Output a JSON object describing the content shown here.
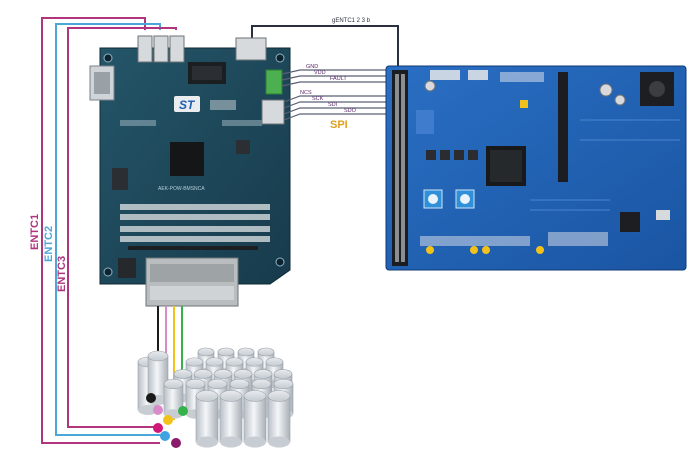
{
  "wire_labels": {
    "entc1": "ENTC1",
    "entc2": "ENTC2",
    "entc3": "ENTC3",
    "gentc": "gENTC1 2 3 b",
    "gnd": "GND",
    "vdd": "VDD",
    "fault": "FAULT",
    "ncs": "NCS",
    "sck": "SCK",
    "sdi": "SDI",
    "sdo": "SDO",
    "spi": "SPI"
  },
  "left_board": {
    "logo": "ST",
    "part_label": "AEK-POW-BMSNCA"
  },
  "colors": {
    "entc1": "#b0357c",
    "entc2": "#4aa8d8",
    "entc3": "#b0357c",
    "gentc_wire": "#2a3040",
    "spi_label": "#e0a020",
    "board_left": "#1f4a5e",
    "board_right": "#1e5fb3",
    "dot_black": "#1a1a1a",
    "dot_pink": "#d98ac8",
    "dot_yellow": "#f2c21a",
    "dot_green": "#33b24a",
    "dot_magenta": "#d0177a",
    "dot_blue": "#3ea3e0",
    "dot_purple": "#8a1a6a"
  }
}
